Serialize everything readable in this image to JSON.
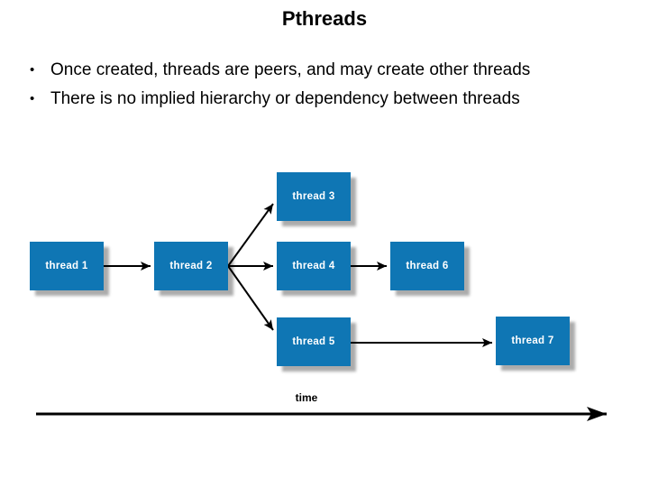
{
  "slide": {
    "title": "Pthreads",
    "bullets": [
      "Once created, threads are peers, and may create other threads",
      "There is no implied hierarchy or dependency between threads"
    ]
  },
  "diagram": {
    "nodes": [
      {
        "id": "thread-1",
        "label": "thread 1"
      },
      {
        "id": "thread-2",
        "label": "thread 2"
      },
      {
        "id": "thread-3",
        "label": "thread 3"
      },
      {
        "id": "thread-4",
        "label": "thread 4"
      },
      {
        "id": "thread-5",
        "label": "thread 5"
      },
      {
        "id": "thread-6",
        "label": "thread 6"
      },
      {
        "id": "thread-7",
        "label": "thread 7"
      }
    ],
    "edges": [
      {
        "from": "thread 1",
        "to": "thread 2"
      },
      {
        "from": "thread 2",
        "to": "thread 3"
      },
      {
        "from": "thread 2",
        "to": "thread 4"
      },
      {
        "from": "thread 2",
        "to": "thread 5"
      },
      {
        "from": "thread 4",
        "to": "thread 6"
      },
      {
        "from": "thread 5",
        "to": "thread 7"
      }
    ],
    "axis_label": "time",
    "colors": {
      "node_fill": "#0f76b4",
      "node_text": "#ffffff",
      "arrow": "#000000",
      "background": "#ffffff"
    }
  }
}
